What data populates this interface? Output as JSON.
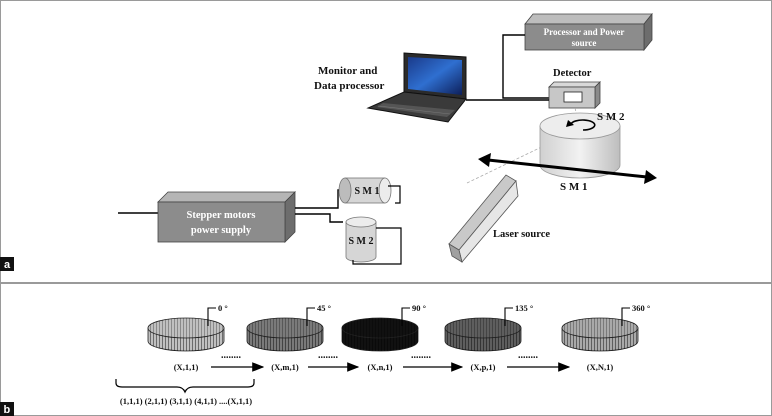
{
  "panel_a": {
    "badge": "a",
    "processor_label": [
      "Processor and Power",
      "source"
    ],
    "detector_label": "Detector",
    "monitor_label": [
      "Monitor and",
      "Data processor"
    ],
    "sm2_rotary_label": "S M 2",
    "sm1_linear_label": "S M 1",
    "stepper_label": [
      "Stepper motors",
      "power supply"
    ],
    "motor1_label": "S M 1",
    "motor2_label": "S M 2",
    "laser_label": "Laser source"
  },
  "panel_b": {
    "badge": "b",
    "discs": [
      {
        "angle": "0 °",
        "caption": "(X,1,1)",
        "shade": "#c0c0c0"
      },
      {
        "angle": "45 °",
        "caption": "(X,m,1)",
        "shade": "#7a7a7a"
      },
      {
        "angle": "90 °",
        "caption": "(X,n,1)",
        "shade": "#111111"
      },
      {
        "angle": "135 °",
        "caption": "(X,p,1)",
        "shade": "#5e5e5e"
      },
      {
        "angle": "360 °",
        "caption": "(X,N,1)",
        "shade": "#a9a9a9"
      }
    ],
    "ellipsis": "........",
    "sequence": "(1,1,1)  (2,1,1)  (3,1,1)  (4,1,1) ....(X,1,1)"
  }
}
